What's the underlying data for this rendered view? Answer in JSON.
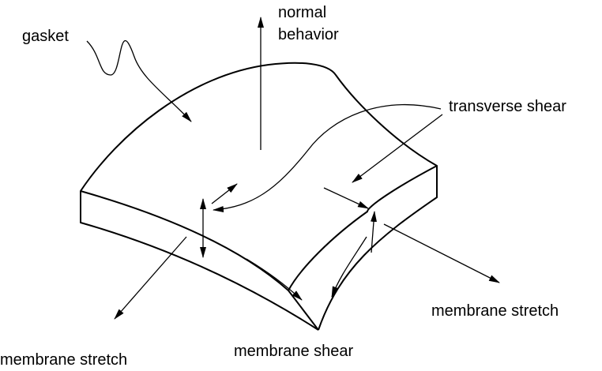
{
  "labels": {
    "gasket": "gasket",
    "normal_line1": "normal",
    "normal_line2": "behavior",
    "transverse_shear": "transverse shear",
    "membrane_stretch_right": "membrane stretch",
    "membrane_stretch_left": "membrane stretch",
    "membrane_shear": "membrane shear"
  },
  "colors": {
    "ink": "#000000",
    "background": "#ffffff"
  }
}
